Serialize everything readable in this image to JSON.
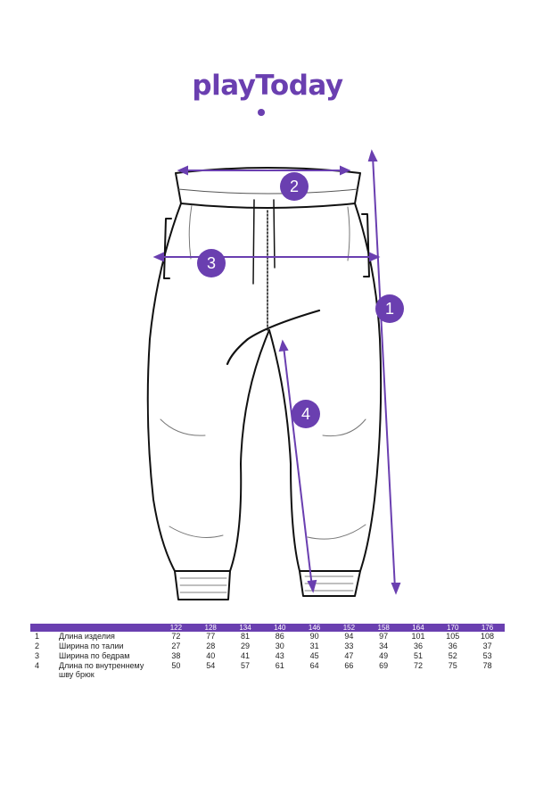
{
  "brand": {
    "logo_text": "playToday",
    "color": "#6a3fb0"
  },
  "markers": [
    "1",
    "2",
    "3",
    "4"
  ],
  "table": {
    "sizes": [
      "122",
      "128",
      "134",
      "140",
      "146",
      "152",
      "158",
      "164",
      "170",
      "176"
    ],
    "rows": [
      {
        "num": "1",
        "name": "Длина изделия",
        "values": [
          "72",
          "77",
          "81",
          "86",
          "90",
          "94",
          "97",
          "101",
          "105",
          "108"
        ]
      },
      {
        "num": "2",
        "name": "Ширина по талии",
        "values": [
          "27",
          "28",
          "29",
          "30",
          "31",
          "33",
          "34",
          "36",
          "36",
          "37"
        ]
      },
      {
        "num": "3",
        "name": "Ширина по бедрам",
        "values": [
          "38",
          "40",
          "41",
          "43",
          "45",
          "47",
          "49",
          "51",
          "52",
          "53"
        ]
      },
      {
        "num": "4",
        "name": "Длина по внутреннему шву брюк",
        "values": [
          "50",
          "54",
          "57",
          "61",
          "64",
          "66",
          "69",
          "72",
          "75",
          "78"
        ]
      }
    ]
  }
}
